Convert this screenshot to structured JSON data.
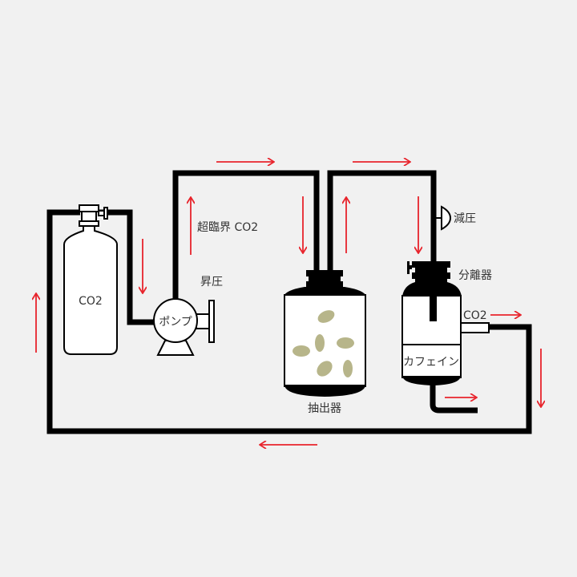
{
  "labels": {
    "supercritical_co2": "超臨界 CO2",
    "pressurize": "昇圧",
    "pump": "ポンプ",
    "cylinder": "CO2",
    "extractor": "抽出器",
    "separator": "分離器",
    "depressurize": "減圧",
    "co2_out": "CO2",
    "caffeine": "カフェイン"
  },
  "colors": {
    "background": "#f1f1f1",
    "pipe": "#000000",
    "arrow": "#e8242c",
    "bean": "#b7b58a"
  }
}
